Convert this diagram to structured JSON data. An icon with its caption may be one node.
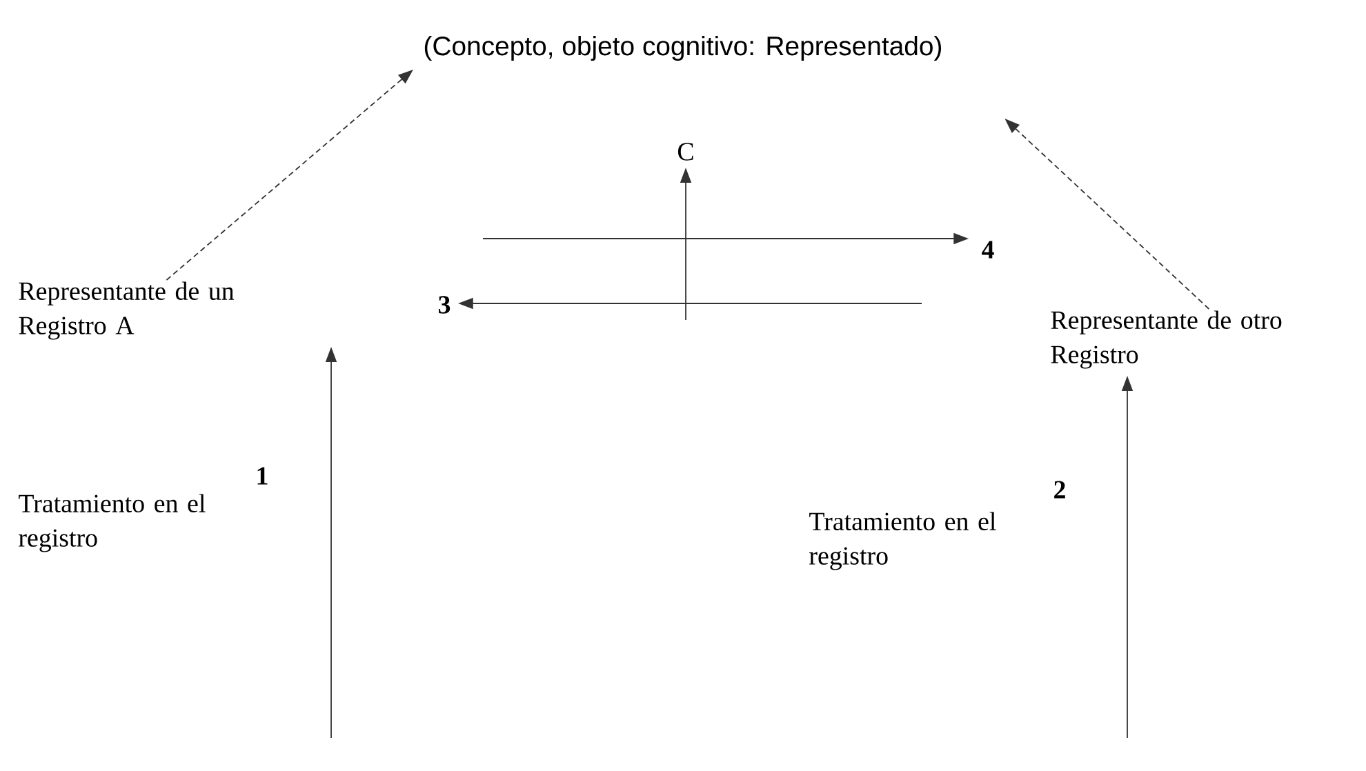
{
  "diagram": {
    "nodes": [
      {
        "text": [
          "(Concepto, objeto cognitivo: Representado)"
        ]
      },
      {
        "text": [
          "Representante de un Registro A"
        ]
      },
      {
        "text": [
          "Representante de otro Registro"
        ]
      },
      {
        "text": [
          "C"
        ]
      },
      {
        "text": [
          "4"
        ]
      },
      {
        "text": [
          "3"
        ]
      }
    ],
    "edges": [
      {
        "from": 1,
        "to": 0,
        "arrow": "to",
        "style": "dashed"
      },
      {
        "from": 2,
        "to": 0,
        "arrow": "to",
        "style": "dashed"
      },
      {
        "from": null,
        "to": 3,
        "arrow": "to"
      },
      {
        "from": null,
        "to": 4,
        "arrow": "to"
      },
      {
        "from": null,
        "to": 5,
        "arrow": "to"
      },
      {
        "from": null,
        "to": 1,
        "arrow": "to"
      },
      {
        "from": null,
        "to": 2,
        "arrow": "to"
      }
    ],
    "labels": [
      "1",
      "Tratamiento en el registro",
      "2",
      "Tratamiento en el registro"
    ]
  }
}
